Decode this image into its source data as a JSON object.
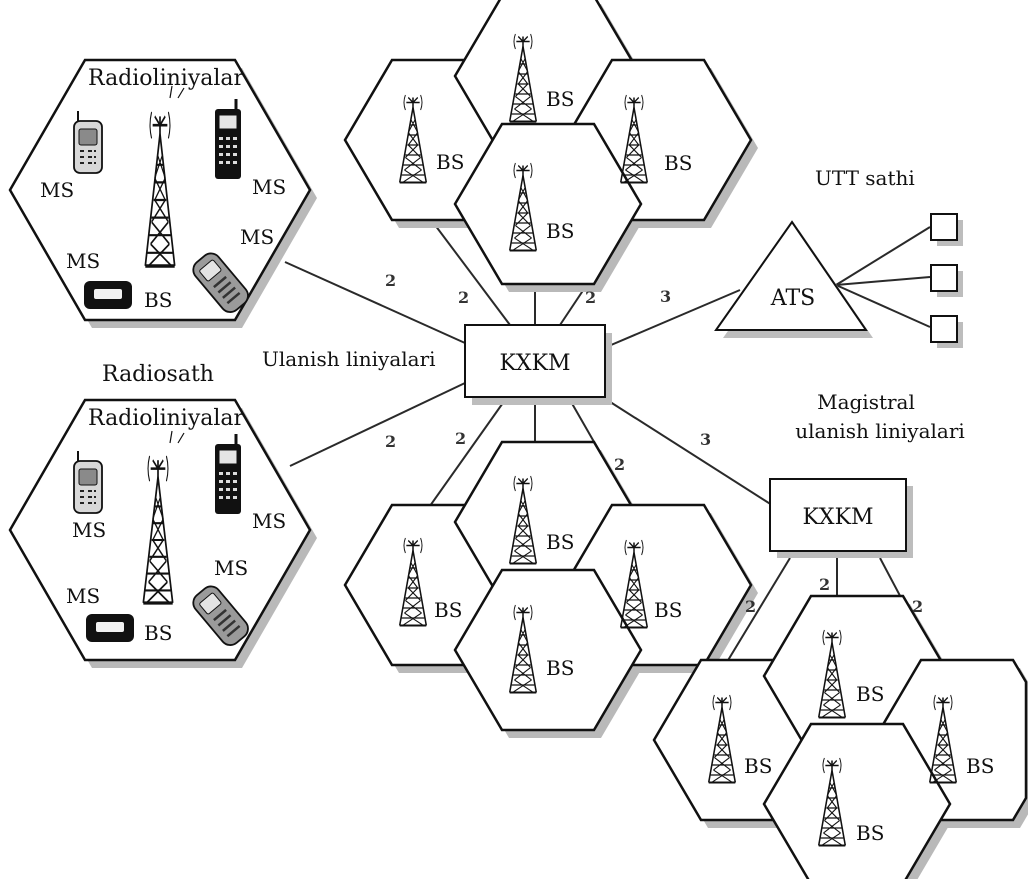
{
  "labels": {
    "radiolines_top": "Radioliniyalar",
    "radiolines_bottom": "Radioliniyalar",
    "radiosath": "Radiosath",
    "ulanish_liniyalari": "Ulanish liniyalari",
    "utt_sathi": "UTT sathi",
    "magistral_line1": "Magistral",
    "magistral_line2": "ulanish liniyalari",
    "kxkm_main": "KXKM",
    "kxkm_second": "KXKM",
    "ats": "ATS",
    "bs": "BS",
    "ms": "MS",
    "num_2": "2",
    "num_3": "3"
  },
  "colors": {
    "stroke": "#111111",
    "shadow": "#b9b9b9"
  }
}
